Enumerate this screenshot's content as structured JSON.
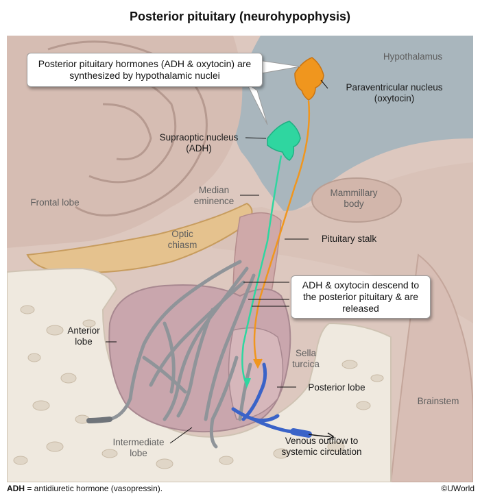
{
  "title": "Posterior pituitary (neurohypophysis)",
  "callouts": {
    "synthesis": "Posterior pituitary hormones (ADH & oxytocin) are synthesized by hypothalamic nuclei",
    "descend": "ADH & oxytocin descend to the posterior pituitary & are released"
  },
  "labels": {
    "hypothalamus": "Hypothalamus",
    "paraventricular": "Paraventricular nucleus (oxytocin)",
    "supraoptic": "Supraoptic nucleus (ADH)",
    "frontal_lobe": "Frontal lobe",
    "median_eminence": "Median eminence",
    "mammillary_body": "Mammillary body",
    "optic_chiasm": "Optic chiasm",
    "pituitary_stalk": "Pituitary stalk",
    "anterior_lobe": "Anterior lobe",
    "sella_turcica": "Sella turcica",
    "posterior_lobe": "Posterior lobe",
    "brainstem": "Brainstem",
    "intermediate_lobe": "Intermediate lobe",
    "venous_outflow": "Venous outflow to systemic circulation"
  },
  "footer": {
    "abbr": "ADH",
    "text": " = antidiuretic hormone (vasopressin).",
    "credit": "©UWorld"
  },
  "colors": {
    "supraoptic_nucleus": "#2fd6a0",
    "paraventricular_nucleus": "#f0961e",
    "venous_outflow": "#3a63c8"
  }
}
